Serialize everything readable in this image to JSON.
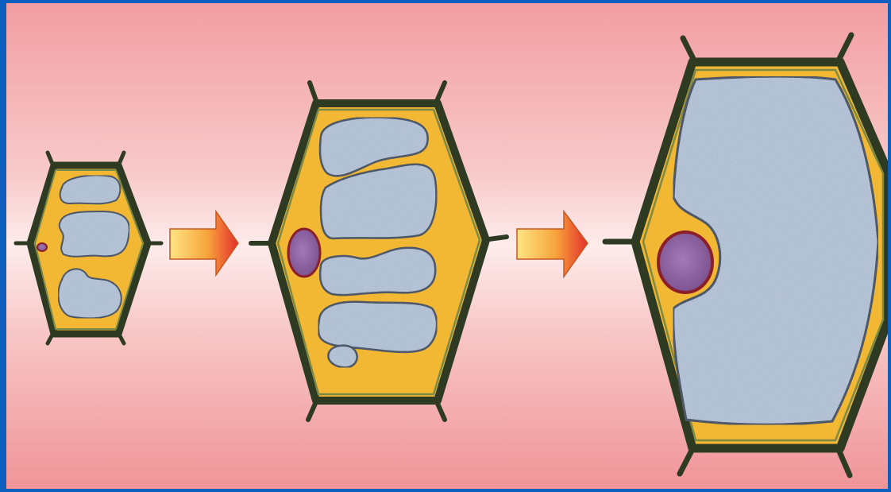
{
  "diagram": {
    "stages": [
      {
        "name": "young-cell",
        "vacuole_count": 3,
        "nucleus": "small"
      },
      {
        "name": "growing-cell",
        "vacuole_count": 5,
        "nucleus": "medium"
      },
      {
        "name": "mature-cell",
        "vacuole_count": 1,
        "nucleus": "large"
      }
    ],
    "arrows": 2,
    "colors": {
      "background_top": "#f2a3a6",
      "background_mid": "#fbe3e2",
      "cell_wall": "#2f3a22",
      "cell_wall_edge": "#6b7a3a",
      "cytoplasm": "#f2b733",
      "cytoplasm_dark": "#e2a11f",
      "vacuole": "#b9c8dc",
      "vacuole_edge": "#3d4656",
      "nucleus": "#8b5b9a",
      "nucleus_rim": "#8a1f2a",
      "arrow_start": "#ffe17a",
      "arrow_end": "#e6322a",
      "frame": "#0d5fbf"
    }
  }
}
